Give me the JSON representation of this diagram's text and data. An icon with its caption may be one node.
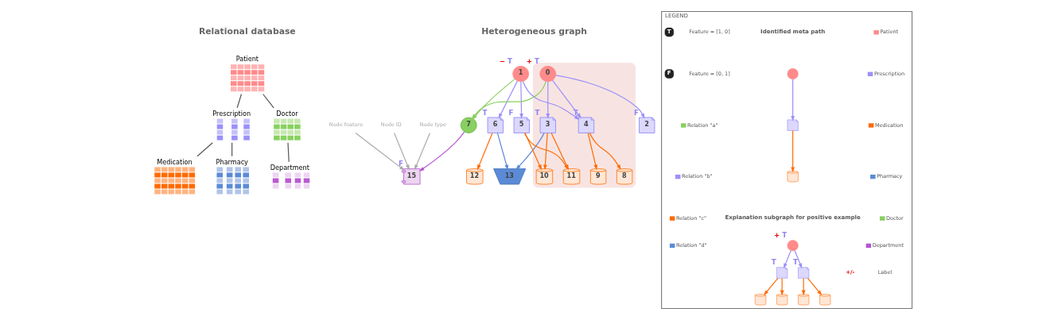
{
  "diagram": {
    "nodes": [
      {
        "text": [
          "Patient"
        ]
      },
      {
        "text": [
          "Prescription"
        ]
      },
      {
        "text": [
          "Medication"
        ]
      },
      {
        "text": [
          "Pharmacy"
        ]
      },
      {
        "text": [
          "Doctor"
        ]
      },
      {
        "text": [
          "Department"
        ]
      },
      {
        "text": [
          "7"
        ]
      },
      {
        "text": [
          "15"
        ],
        "beside": [
          "F"
        ]
      },
      {
        "text": [
          "Node type"
        ]
      },
      {
        "text": [
          "Node ID"
        ]
      },
      {
        "text": [
          "Node feature"
        ]
      },
      {
        "text": [
          "1"
        ],
        "beside": [
          "−",
          "T"
        ]
      },
      {
        "text": [],
        "shape": "blob"
      },
      {
        "text": [
          "0"
        ],
        "in": 12,
        "beside": [
          "+",
          "T"
        ]
      },
      {
        "text": [
          "6"
        ],
        "beside": [
          "T"
        ]
      },
      {
        "text": [
          "5"
        ],
        "beside": [
          "F"
        ]
      },
      {
        "text": [
          "4"
        ],
        "in": 12,
        "beside": [
          "T"
        ]
      },
      {
        "text": [
          "3"
        ],
        "in": 12,
        "beside": [
          "T"
        ]
      },
      {
        "text": [
          "2"
        ],
        "beside": [
          "F"
        ]
      },
      {
        "text": [
          "13"
        ]
      },
      {
        "text": [
          "12"
        ]
      },
      {
        "text": [
          "11"
        ],
        "in": 12
      },
      {
        "text": [
          "10"
        ],
        "in": 12
      },
      {
        "text": [
          "9"
        ],
        "in": 12
      },
      {
        "text": [
          "8"
        ],
        "in": 12
      },
      {
        "text": [
          "LEGEND"
        ]
      },
      {
        "text": [],
        "shape": "person",
        "in": 25
      },
      {
        "text": [],
        "shape": "document",
        "in": 25
      },
      {
        "text": [],
        "shape": "jar",
        "in": 25
      },
      {
        "text": [],
        "shape": "person",
        "in": 25,
        "beside": [
          "+",
          "T"
        ]
      },
      {
        "text": [],
        "shape": "document",
        "in": 25,
        "beside": [
          "T"
        ]
      },
      {
        "text": [],
        "shape": "document",
        "in": 25,
        "beside": [
          "T"
        ]
      },
      {
        "text": [],
        "shape": "jar",
        "in": 25
      },
      {
        "text": [],
        "shape": "jar",
        "in": 25
      },
      {
        "text": [],
        "shape": "jar",
        "in": 25
      },
      {
        "text": [],
        "shape": "jar",
        "in": 25
      }
    ],
    "edges": [
      {
        "from": 0,
        "to": 1,
        "arrow": "none",
        "color": "#555555"
      },
      {
        "from": 0,
        "to": 4,
        "arrow": "none",
        "color": "#555555"
      },
      {
        "from": 1,
        "to": 2,
        "arrow": "none",
        "color": "#555555"
      },
      {
        "from": 1,
        "to": 3,
        "arrow": "none",
        "color": "#555555"
      },
      {
        "from": 4,
        "to": 5,
        "arrow": "none",
        "color": "#555555"
      },
      {
        "from": 11,
        "to": 6,
        "arrow": "to",
        "color": "#88d060"
      },
      {
        "from": 13,
        "to": 6,
        "arrow": "to",
        "color": "#88d060"
      },
      {
        "from": 6,
        "to": 7,
        "arrow": "to",
        "color": "#b455d0"
      },
      {
        "from": 8,
        "to": 7,
        "arrow": "to",
        "color": "#aaaaaa"
      },
      {
        "from": 9,
        "to": 7,
        "arrow": "to",
        "color": "#aaaaaa"
      },
      {
        "from": 10,
        "to": 7,
        "arrow": "to",
        "color": "#aaaaaa"
      },
      {
        "from": 11,
        "to": 14,
        "arrow": "to",
        "color": "#9b8ffa"
      },
      {
        "from": 11,
        "to": 15,
        "arrow": "to",
        "color": "#9b8ffa"
      },
      {
        "from": 11,
        "to": 16,
        "arrow": "to",
        "color": "#9b8ffa"
      },
      {
        "from": 13,
        "to": 16,
        "arrow": "to",
        "color": "#9b8ffa"
      },
      {
        "from": 13,
        "to": 17,
        "arrow": "to",
        "color": "#9b8ffa"
      },
      {
        "from": 13,
        "to": 18,
        "arrow": "to",
        "color": "#9b8ffa"
      },
      {
        "from": 14,
        "to": 19,
        "arrow": "to",
        "color": "#5b8bd6"
      },
      {
        "from": 17,
        "to": 19,
        "arrow": "to",
        "color": "#5b8bd6"
      },
      {
        "from": 14,
        "to": 20,
        "arrow": "to",
        "color": "#ff6a00"
      },
      {
        "from": 15,
        "to": 21,
        "arrow": "to",
        "color": "#ff6a00"
      },
      {
        "from": 15,
        "to": 22,
        "arrow": "to",
        "color": "#ff6a00"
      },
      {
        "from": 16,
        "to": 23,
        "arrow": "to",
        "color": "#ff6a00"
      },
      {
        "from": 16,
        "to": 24,
        "arrow": "to",
        "color": "#ff6a00"
      },
      {
        "from": 17,
        "to": 21,
        "arrow": "to",
        "color": "#ff6a00"
      },
      {
        "from": 17,
        "to": 22,
        "arrow": "to",
        "color": "#ff6a00"
      },
      {
        "from": 26,
        "to": 27,
        "arrow": "to",
        "color": "#9b8ffa"
      },
      {
        "from": 27,
        "to": 28,
        "arrow": "to",
        "color": "#ff6a00"
      },
      {
        "from": 29,
        "to": 30,
        "arrow": "to",
        "color": "#9b8ffa"
      },
      {
        "from": 29,
        "to": 31,
        "arrow": "to",
        "color": "#9b8ffa"
      },
      {
        "from": 30,
        "to": 32,
        "arrow": "to",
        "color": "#ff6a00"
      },
      {
        "from": 30,
        "to": 33,
        "arrow": "to",
        "color": "#ff6a00"
      },
      {
        "from": 31,
        "to": 34,
        "arrow": "to",
        "color": "#ff6a00"
      },
      {
        "from": 31,
        "to": 35,
        "arrow": "to",
        "color": "#ff6a00"
      }
    ],
    "labels": [
      "Relational database",
      "Heterogeneous graph",
      "Identified meta path",
      "+/-",
      "Explanation subgraph for positive example",
      "T",
      "F"
    ],
    "legend": [
      {
        "text": "Patient"
      },
      {
        "text": "Prescription"
      },
      {
        "text": "Medication"
      },
      {
        "text": "Pharmacy"
      },
      {
        "text": "Doctor"
      },
      {
        "text": "Department"
      },
      {
        "text": "Label"
      },
      {
        "text": "Feature = [1, 0]"
      },
      {
        "text": "Feature = [0, 1]"
      },
      {
        "text": "Relation \"a\""
      },
      {
        "text": "Relation \"b\""
      },
      {
        "text": "Relation \"c\""
      },
      {
        "text": "Relation \"d\""
      }
    ]
  }
}
